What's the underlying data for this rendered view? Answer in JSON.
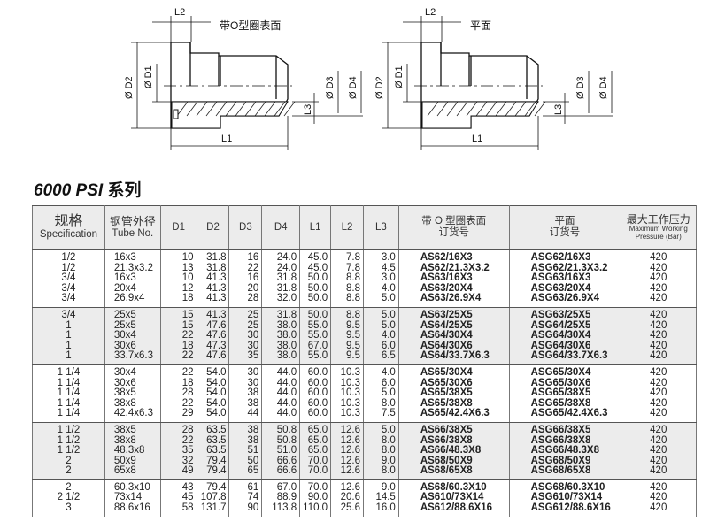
{
  "diagrams": [
    {
      "caption": "带O型圈表面",
      "labels": {
        "l1": "L1",
        "l2": "L2",
        "l3": "L3",
        "d1": "Ø D1",
        "d2": "Ø D2",
        "d3": "Ø D3",
        "d4": "Ø D4"
      },
      "oring": true
    },
    {
      "caption": "平面",
      "labels": {
        "l1": "L1",
        "l2": "L2",
        "l3": "L3",
        "d1": "Ø D1",
        "d2": "Ø D2",
        "d3": "Ø D3",
        "d4": "Ø D4"
      },
      "oring": false
    }
  ],
  "section_title": {
    "main": "6000 PSI",
    "cn": "系列"
  },
  "table": {
    "headers": {
      "spec_cn": "规格",
      "spec_en": "Specification",
      "tube_cn": "钢管外径",
      "tube_en": "Tube No.",
      "d1": "D1",
      "d2": "D2",
      "d3": "D3",
      "d4": "D4",
      "l1": "L1",
      "l2": "L2",
      "l3": "L3",
      "oring_1": "带 O 型圈表面",
      "oring_2": "订货号",
      "flat_1": "平面",
      "flat_2": "订货号",
      "press_cn": "最大工作压力",
      "press_en1": "Maximum Working",
      "press_en2": "Pressure (Bar)"
    },
    "groups": [
      [
        [
          "1/2",
          "16x3",
          "10",
          "31.8",
          "16",
          "24.0",
          "45.0",
          "7.8",
          "3.0",
          "AS62/16X3",
          "ASG62/16X3",
          "420"
        ],
        [
          "1/2",
          "21.3x3.2",
          "13",
          "31.8",
          "22",
          "24.0",
          "45.0",
          "7.8",
          "4.5",
          "AS62/21.3X3.2",
          "ASG62/21.3X3.2",
          "420"
        ],
        [
          "3/4",
          "16x3",
          "10",
          "41.3",
          "16",
          "31.8",
          "50.0",
          "8.8",
          "3.0",
          "AS63/16X3",
          "ASG63/16X3",
          "420"
        ],
        [
          "3/4",
          "20x4",
          "12",
          "41.3",
          "20",
          "31.8",
          "50.0",
          "8.8",
          "4.0",
          "AS63/20X4",
          "ASG63/20X4",
          "420"
        ],
        [
          "3/4",
          "26.9x4",
          "18",
          "41.3",
          "28",
          "32.0",
          "50.0",
          "8.8",
          "5.0",
          "AS63/26.9X4",
          "ASG63/26.9X4",
          "420"
        ]
      ],
      [
        [
          "3/4",
          "25x5",
          "15",
          "41.3",
          "25",
          "31.8",
          "50.0",
          "8.8",
          "5.0",
          "AS63/25X5",
          "ASG63/25X5",
          "420"
        ],
        [
          "1",
          "25x5",
          "15",
          "47.6",
          "25",
          "38.0",
          "55.0",
          "9.5",
          "5.0",
          "AS64/25X5",
          "ASG64/25X5",
          "420"
        ],
        [
          "1",
          "30x4",
          "22",
          "47.6",
          "30",
          "38.0",
          "55.0",
          "9.5",
          "4.0",
          "AS64/30X4",
          "ASG64/30X4",
          "420"
        ],
        [
          "1",
          "30x6",
          "18",
          "47.3",
          "30",
          "38.0",
          "67.0",
          "9.5",
          "6.0",
          "AS64/30X6",
          "ASG64/30X6",
          "420"
        ],
        [
          "1",
          "33.7x6.3",
          "22",
          "47.6",
          "35",
          "38.0",
          "55.0",
          "9.5",
          "6.5",
          "AS64/33.7X6.3",
          "ASG64/33.7X6.3",
          "420"
        ]
      ],
      [
        [
          "1 1/4",
          "30x4",
          "22",
          "54.0",
          "30",
          "44.0",
          "60.0",
          "10.3",
          "4.0",
          "AS65/30X4",
          "ASG65/30X4",
          "420"
        ],
        [
          "1 1/4",
          "30x6",
          "18",
          "54.0",
          "30",
          "44.0",
          "60.0",
          "10.3",
          "6.0",
          "AS65/30X6",
          "ASG65/30X6",
          "420"
        ],
        [
          "1 1/4",
          "38x5",
          "28",
          "54.0",
          "38",
          "44.0",
          "60.0",
          "10.3",
          "5.0",
          "AS65/38X5",
          "ASG65/38X5",
          "420"
        ],
        [
          "1 1/4",
          "38x8",
          "22",
          "54.0",
          "38",
          "44.0",
          "60.0",
          "10.3",
          "8.0",
          "AS65/38X8",
          "ASG65/38X8",
          "420"
        ],
        [
          "1 1/4",
          "42.4x6.3",
          "29",
          "54.0",
          "44",
          "44.0",
          "60.0",
          "10.3",
          "7.5",
          "AS65/42.4X6.3",
          "ASG65/42.4X6.3",
          "420"
        ]
      ],
      [
        [
          "1 1/2",
          "38x5",
          "28",
          "63.5",
          "38",
          "50.8",
          "65.0",
          "12.6",
          "5.0",
          "AS66/38X5",
          "ASG66/38X5",
          "420"
        ],
        [
          "1 1/2",
          "38x8",
          "22",
          "63.5",
          "38",
          "50.8",
          "65.0",
          "12.6",
          "8.0",
          "AS66/38X8",
          "ASG66/38X8",
          "420"
        ],
        [
          "1 1/2",
          "48.3x8",
          "35",
          "63.5",
          "51",
          "51.0",
          "65.0",
          "12.6",
          "8.0",
          "AS66/48.3X8",
          "ASG66/48.3X8",
          "420"
        ],
        [
          "2",
          "50x9",
          "32",
          "79.4",
          "50",
          "66.6",
          "70.0",
          "12.6",
          "9.0",
          "AS68/50X9",
          "ASG68/50X9",
          "420"
        ],
        [
          "2",
          "65x8",
          "49",
          "79.4",
          "65",
          "66.6",
          "70.0",
          "12.6",
          "8.0",
          "AS68/65X8",
          "ASG68/65X8",
          "420"
        ]
      ],
      [
        [
          "2",
          "60.3x10",
          "43",
          "79.4",
          "61",
          "67.0",
          "70.0",
          "12.6",
          "9.0",
          "AS68/60.3X10",
          "ASG68/60.3X10",
          "420"
        ],
        [
          "2 1/2",
          "73x14",
          "45",
          "107.8",
          "74",
          "88.9",
          "90.0",
          "20.6",
          "14.5",
          "AS610/73X14",
          "ASG610/73X14",
          "420"
        ],
        [
          "3",
          "88.6x16",
          "58",
          "131.7",
          "90",
          "113.8",
          "110.0",
          "25.6",
          "16.0",
          "AS612/88.6X16",
          "ASG612/88.6X16",
          "420"
        ]
      ]
    ]
  }
}
